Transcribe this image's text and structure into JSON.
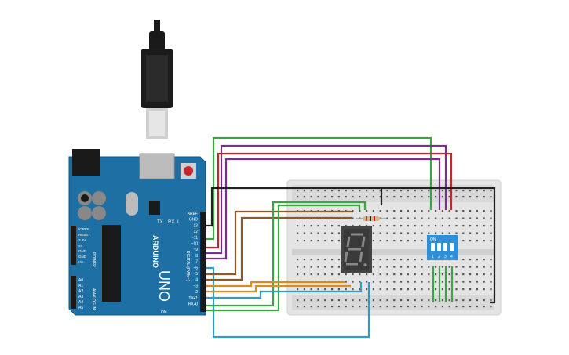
{
  "arduino": {
    "brand": "ARDUINO",
    "model": "UNO",
    "digital_label": "DIGITAL (PWM~)",
    "power_label": "POWER",
    "analog_label": "ANALOG IN",
    "on_label": "ON",
    "tx_label": "TX",
    "rx_label": "RX",
    "l_label": "L",
    "digital_pins": [
      "AREF",
      "GND",
      "13",
      "12",
      "~11",
      "~10",
      "~9",
      "8",
      "7",
      "~6",
      "~5",
      "4",
      "~3",
      "2",
      "TX▸1",
      "RX◂0"
    ],
    "power_pins": [
      "IOREF",
      "RESET",
      "3.3V",
      "5V",
      "GND",
      "GND",
      "Vin"
    ],
    "analog_pins": [
      "A0",
      "A1",
      "A2",
      "A3",
      "A4",
      "A5"
    ]
  },
  "dip_switch": {
    "on_label": "ON",
    "numbers": [
      "1",
      "2",
      "3",
      "4"
    ]
  },
  "seven_segment": {
    "digit": "8"
  },
  "colors": {
    "board": "#1e6fa3",
    "wire_green": "#3aa543",
    "wire_purple": "#7b2d91",
    "wire_red": "#c4262e",
    "wire_brown": "#8a5a2b",
    "wire_orange": "#e08a1e",
    "wire_blue": "#2f9cc9",
    "wire_black": "#222222",
    "dip": "#2e8fd6"
  }
}
